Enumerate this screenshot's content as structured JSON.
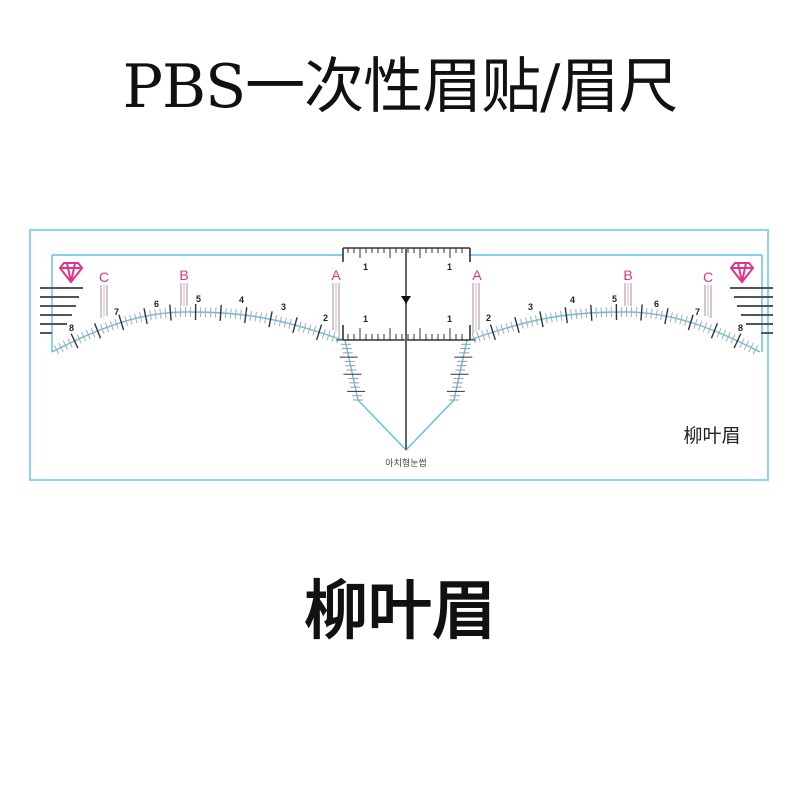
{
  "title": "PBS一次性眉贴/眉尺",
  "product_name": "柳叶眉",
  "stencil": {
    "caption": "柳叶眉",
    "bottom_text": "아치형눈썹",
    "point_labels": [
      "A",
      "B",
      "C"
    ],
    "scale_numbers": [
      "2",
      "3",
      "4",
      "5",
      "6",
      "7",
      "8"
    ],
    "ruler_numbers": [
      "1",
      "1",
      "1",
      "1"
    ],
    "colors": {
      "outline": "#5bc0e6",
      "label": "#e0338a",
      "tick": "#333333"
    }
  }
}
